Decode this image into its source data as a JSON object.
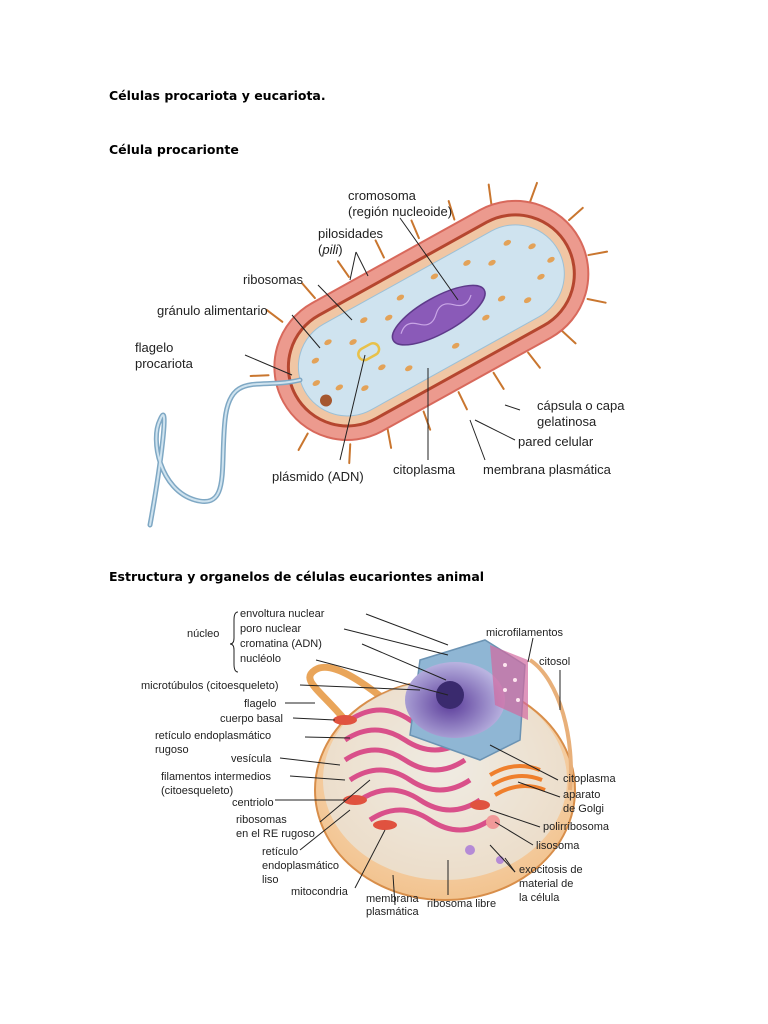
{
  "document": {
    "title": "Células procariota y eucariota.",
    "section_prokaryote": "Célula procarionte",
    "section_eukaryote": "Estructura y organelos de células eucariontes animal"
  },
  "prokaryote_labels": {
    "cromosoma_1": "cromosoma",
    "cromosoma_2": "(región nucleoide)",
    "pilosidades_1": "pilosidades",
    "pilosidades_2a": "(",
    "pilosidades_2b": "pili",
    "pilosidades_2c": ")",
    "ribosomas": "ribosomas",
    "granulo": "gránulo alimentario",
    "flagelo_1": "flagelo",
    "flagelo_2": "procariota",
    "capsula_1": "cápsula o capa",
    "capsula_2": "gelatinosa",
    "pared": "pared celular",
    "plasmido": "plásmido (ADN)",
    "citoplasma": "citoplasma",
    "membrana": "membrana plasmática"
  },
  "eukaryote_labels": {
    "nucleo": "núcleo",
    "envoltura": "envoltura nuclear",
    "poro": "poro nuclear",
    "cromatina": "cromatina (ADN)",
    "nucleolo": "nucléolo",
    "microtubulos": "microtúbulos (citoesqueleto)",
    "flagelo": "flagelo",
    "cuerpo_basal": "cuerpo basal",
    "reticulo_rugoso_1": "retículo endoplasmático",
    "reticulo_rugoso_2": "rugoso",
    "vesicula": "vesícula",
    "filamentos_1": "filamentos intermedios",
    "filamentos_2": "(citoesqueleto)",
    "centriolo": "centriolo",
    "ribosomas_re_1": "ribosomas",
    "ribosomas_re_2": "en el RE rugoso",
    "reticulo_liso_1": "retículo",
    "reticulo_liso_2": "endoplasmático",
    "reticulo_liso_3": "liso",
    "mitocondria": "mitocondria",
    "membrana_1": "membrana",
    "membrana_2": "plasmática",
    "ribosoma_libre": "ribosoma libre",
    "microfilamentos": "microfilamentos",
    "citosol": "citosol",
    "citoplasma": "citoplasma",
    "golgi_1": "aparato",
    "golgi_2": "de Golgi",
    "polirribosoma": "polirribosoma",
    "lisosoma": "lisosoma",
    "exocitosis_1": "exocitosis de",
    "exocitosis_2": "material de",
    "exocitosis_3": "la célula"
  }
}
